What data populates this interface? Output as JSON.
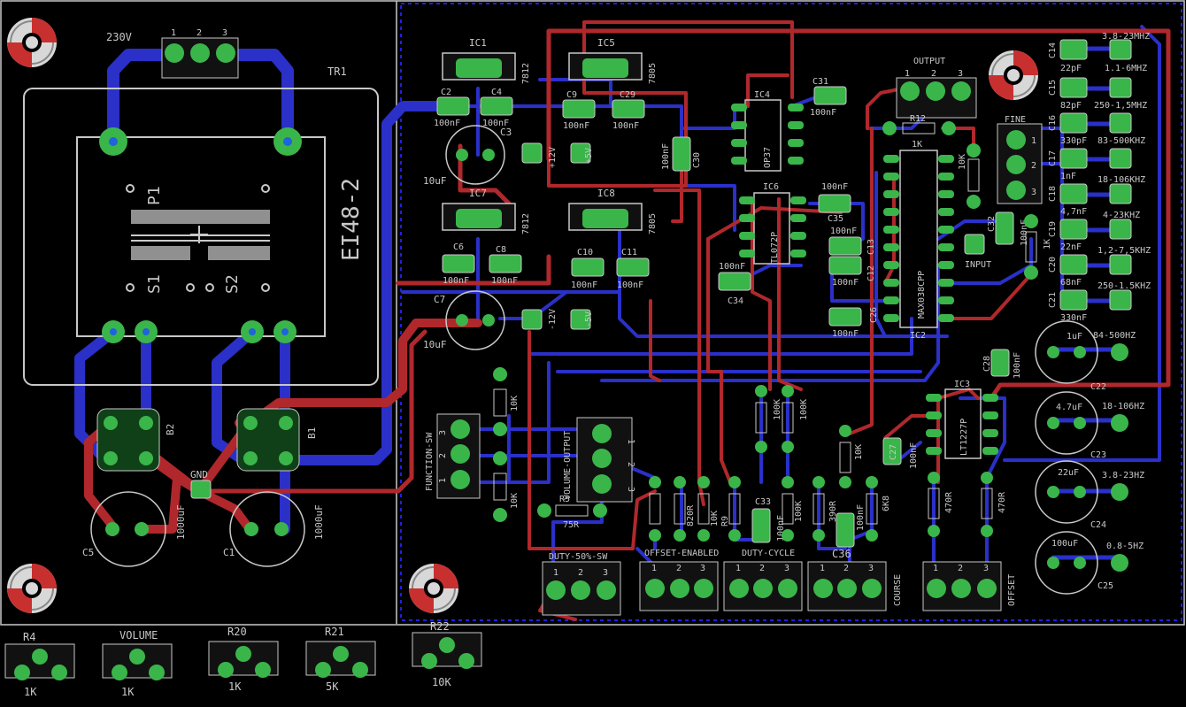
{
  "colors": {
    "background": "#000000",
    "silkscreen": "#c8c8c8",
    "pad": "#3ab54a",
    "pad_hole": "#1e64dc",
    "top_copper": "#b0282c",
    "bottom_copper": "#2a30c8",
    "board_outline": "#c8c8c8",
    "dim_outline": "#2020e0"
  },
  "labels": {
    "mains": "230V",
    "transformer": "TR1",
    "core": "EI48-2",
    "primary": "P1",
    "secondary1": "S1",
    "secondary2": "S2",
    "bridge1": "B1",
    "bridge2": "B2",
    "gnd": "GND",
    "c5_name": "C5",
    "c5_value": "1000uF",
    "c1_name": "C1",
    "c1_value": "1000uF",
    "ic1": "IC1",
    "ic1_part": "7812",
    "ic5": "IC5",
    "ic5_part": "7805",
    "ic7": "IC7",
    "ic7_part": "7812",
    "ic8": "IC8",
    "ic8_part": "7805",
    "ic4": "IC4",
    "ic4_part": "OP37",
    "ic6": "IC6",
    "ic6_part": "TL072P",
    "ic2": "IC2",
    "ic2_part": "MAX038CPP",
    "ic3": "IC3",
    "ic3_part": "LT1227P",
    "c2": "C2",
    "c4": "C4",
    "c9": "C9",
    "c29": "C29",
    "c3": "C3",
    "c3_value": "10uF",
    "c6": "C6",
    "c8": "C8",
    "c10": "C10",
    "c11": "C11",
    "c7": "C7",
    "c7_value": "10uF",
    "c30": "C30",
    "c31": "C31",
    "c35": "C35",
    "c34": "C34",
    "c13": "C13",
    "c12": "C12",
    "c26": "C26",
    "c32": "C32",
    "c28": "C28",
    "c27": "C27",
    "c33": "C33",
    "c36": "C36",
    "v100nf": "100nF",
    "plus12": "+12V",
    "plus5": "+5V",
    "minus12": "-12V",
    "minus5": "-5V",
    "output": "OUTPUT",
    "fine": "FINE",
    "input": "INPUT",
    "r12": "R12",
    "r12_value": "1K",
    "r11_value": "10K",
    "r13_value": "1K",
    "function_sw": "FUNCTION-SW",
    "volume_output": "VOLUME-OUTPUT",
    "r18_value": "10K",
    "r19_value": "10K",
    "r5": "R5",
    "r5_value": "75R",
    "duty_sw": "DUTY-50%-SW",
    "offset_enabled": "OFFSET-ENABLED",
    "duty_cycle": "DUTY-CYCLE",
    "course": "COURSE",
    "offset": "OFFSET",
    "r9_name": "R9",
    "r17_value": "10K",
    "r7_value": "470R",
    "r8_value": "470R",
    "r10_value": "100K",
    "r6_value": "100K",
    "r14_value": "100K",
    "r15_value": "390R",
    "r16_value": "6K8",
    "r3_value": "10K",
    "r4b_value": "820R",
    "c22": "C22",
    "c22_value": "1uF",
    "c22_range": "84-500HZ",
    "c23": "C23",
    "c23_value": "4.7uF",
    "c23_range": "18-106HZ",
    "c24": "C24",
    "c24_value": "22uF",
    "c24_range": "3.8-23HZ",
    "c25": "C25",
    "c25_value": "100uF",
    "c25_range": "0.8-5HZ",
    "pot_r4": "R4",
    "pot_r4_value": "1K",
    "pot_volume": "VOLUME",
    "pot_volume_value": "1K",
    "pot_r20": "R20",
    "pot_r20_value": "1K",
    "pot_r21": "R21",
    "pot_r21_value": "5K",
    "pot_r22": "R22",
    "pot_r22_value": "10K"
  },
  "range_caps": [
    {
      "name": "C14",
      "value": "22pF",
      "range": "3.8-23MHZ"
    },
    {
      "name": "C15",
      "value": "82pF",
      "range": "1.1-6MHZ"
    },
    {
      "name": "C16",
      "value": "330pF",
      "range": "250-1,5MHZ"
    },
    {
      "name": "C17",
      "value": "1nF",
      "range": "83-500KHZ"
    },
    {
      "name": "C18",
      "value": "4,7nF",
      "range": "18-106KHZ"
    },
    {
      "name": "C19",
      "value": "22nF",
      "range": "4-23KHZ"
    },
    {
      "name": "C20",
      "value": "68nF",
      "range": "1,2-7,5KHZ"
    },
    {
      "name": "C21",
      "value": "330nF",
      "range": "250-1.5KHZ"
    }
  ],
  "terminal_pin_labels": [
    "1",
    "2",
    "3"
  ]
}
